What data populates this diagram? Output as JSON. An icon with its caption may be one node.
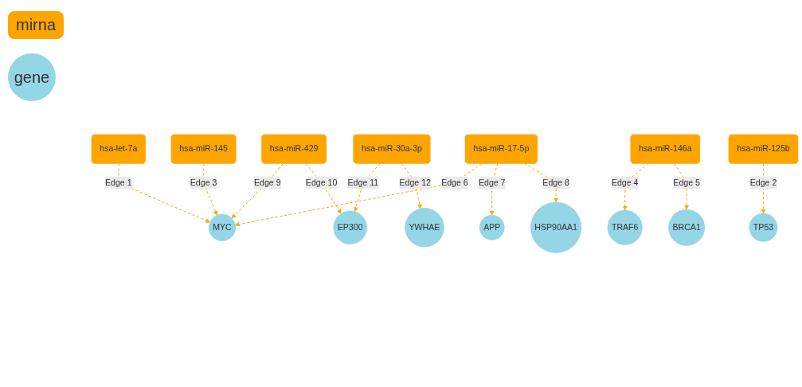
{
  "diagram": {
    "nodes": [
      {
        "text": [
          "EP300"
        ]
      },
      {
        "text": [
          "hsa-let-7a"
        ]
      },
      {
        "text": [
          "TRAF6"
        ]
      },
      {
        "text": [
          "hsa-miR-145"
        ]
      },
      {
        "text": [
          "hsa-miR-30a-3p"
        ]
      },
      {
        "text": [
          "hsa-miR-429"
        ]
      },
      {
        "text": [
          "MYC"
        ]
      },
      {
        "text": [
          "YWHAE"
        ]
      },
      {
        "text": [
          "hsa-miR-146a"
        ]
      },
      {
        "text": [
          "hsa-miR-17-5p"
        ]
      },
      {
        "text": [
          "BRCA1"
        ]
      },
      {
        "text": [
          "hsa-miR-125b"
        ]
      },
      {
        "text": [
          "APP"
        ]
      },
      {
        "text": [
          "HSP90AA1"
        ]
      },
      {
        "text": [
          "TP53"
        ]
      }
    ],
    "edges": [
      {
        "from": 1,
        "to": 6,
        "arrow": "to",
        "label": "Edge 1",
        "style": "dashed"
      },
      {
        "from": 11,
        "to": 14,
        "arrow": "to",
        "label": "Edge 2",
        "style": "dashed"
      },
      {
        "from": 3,
        "to": 6,
        "arrow": "to",
        "label": "Edge 3",
        "style": "dashed"
      },
      {
        "from": 8,
        "to": 2,
        "arrow": "to",
        "label": "Edge 4",
        "style": "dashed"
      },
      {
        "from": 8,
        "to": 10,
        "arrow": "to",
        "label": "Edge 5",
        "style": "dashed"
      },
      {
        "from": 9,
        "to": 6,
        "arrow": "to",
        "label": "Edge 6",
        "style": "dashed"
      },
      {
        "from": 9,
        "to": 12,
        "arrow": "to",
        "label": "Edge 7",
        "style": "dashed"
      },
      {
        "from": 9,
        "to": 13,
        "arrow": "to",
        "label": "Edge 8",
        "style": "dashed"
      },
      {
        "from": 5,
        "to": 6,
        "arrow": "to",
        "label": "Edge 9",
        "style": "dashed"
      },
      {
        "from": 5,
        "to": 0,
        "arrow": "to",
        "label": "Edge 10",
        "style": "dashed"
      },
      {
        "from": 4,
        "to": 0,
        "arrow": "to",
        "label": "Edge 11",
        "style": "dashed"
      },
      {
        "from": 4,
        "to": 7,
        "arrow": "to",
        "label": "Edge 12",
        "style": "dashed"
      }
    ],
    "legend": [
      {
        "text": "mirna",
        "color": "#ffa500"
      },
      {
        "text": "gene",
        "color": "#94d5e6"
      }
    ]
  }
}
